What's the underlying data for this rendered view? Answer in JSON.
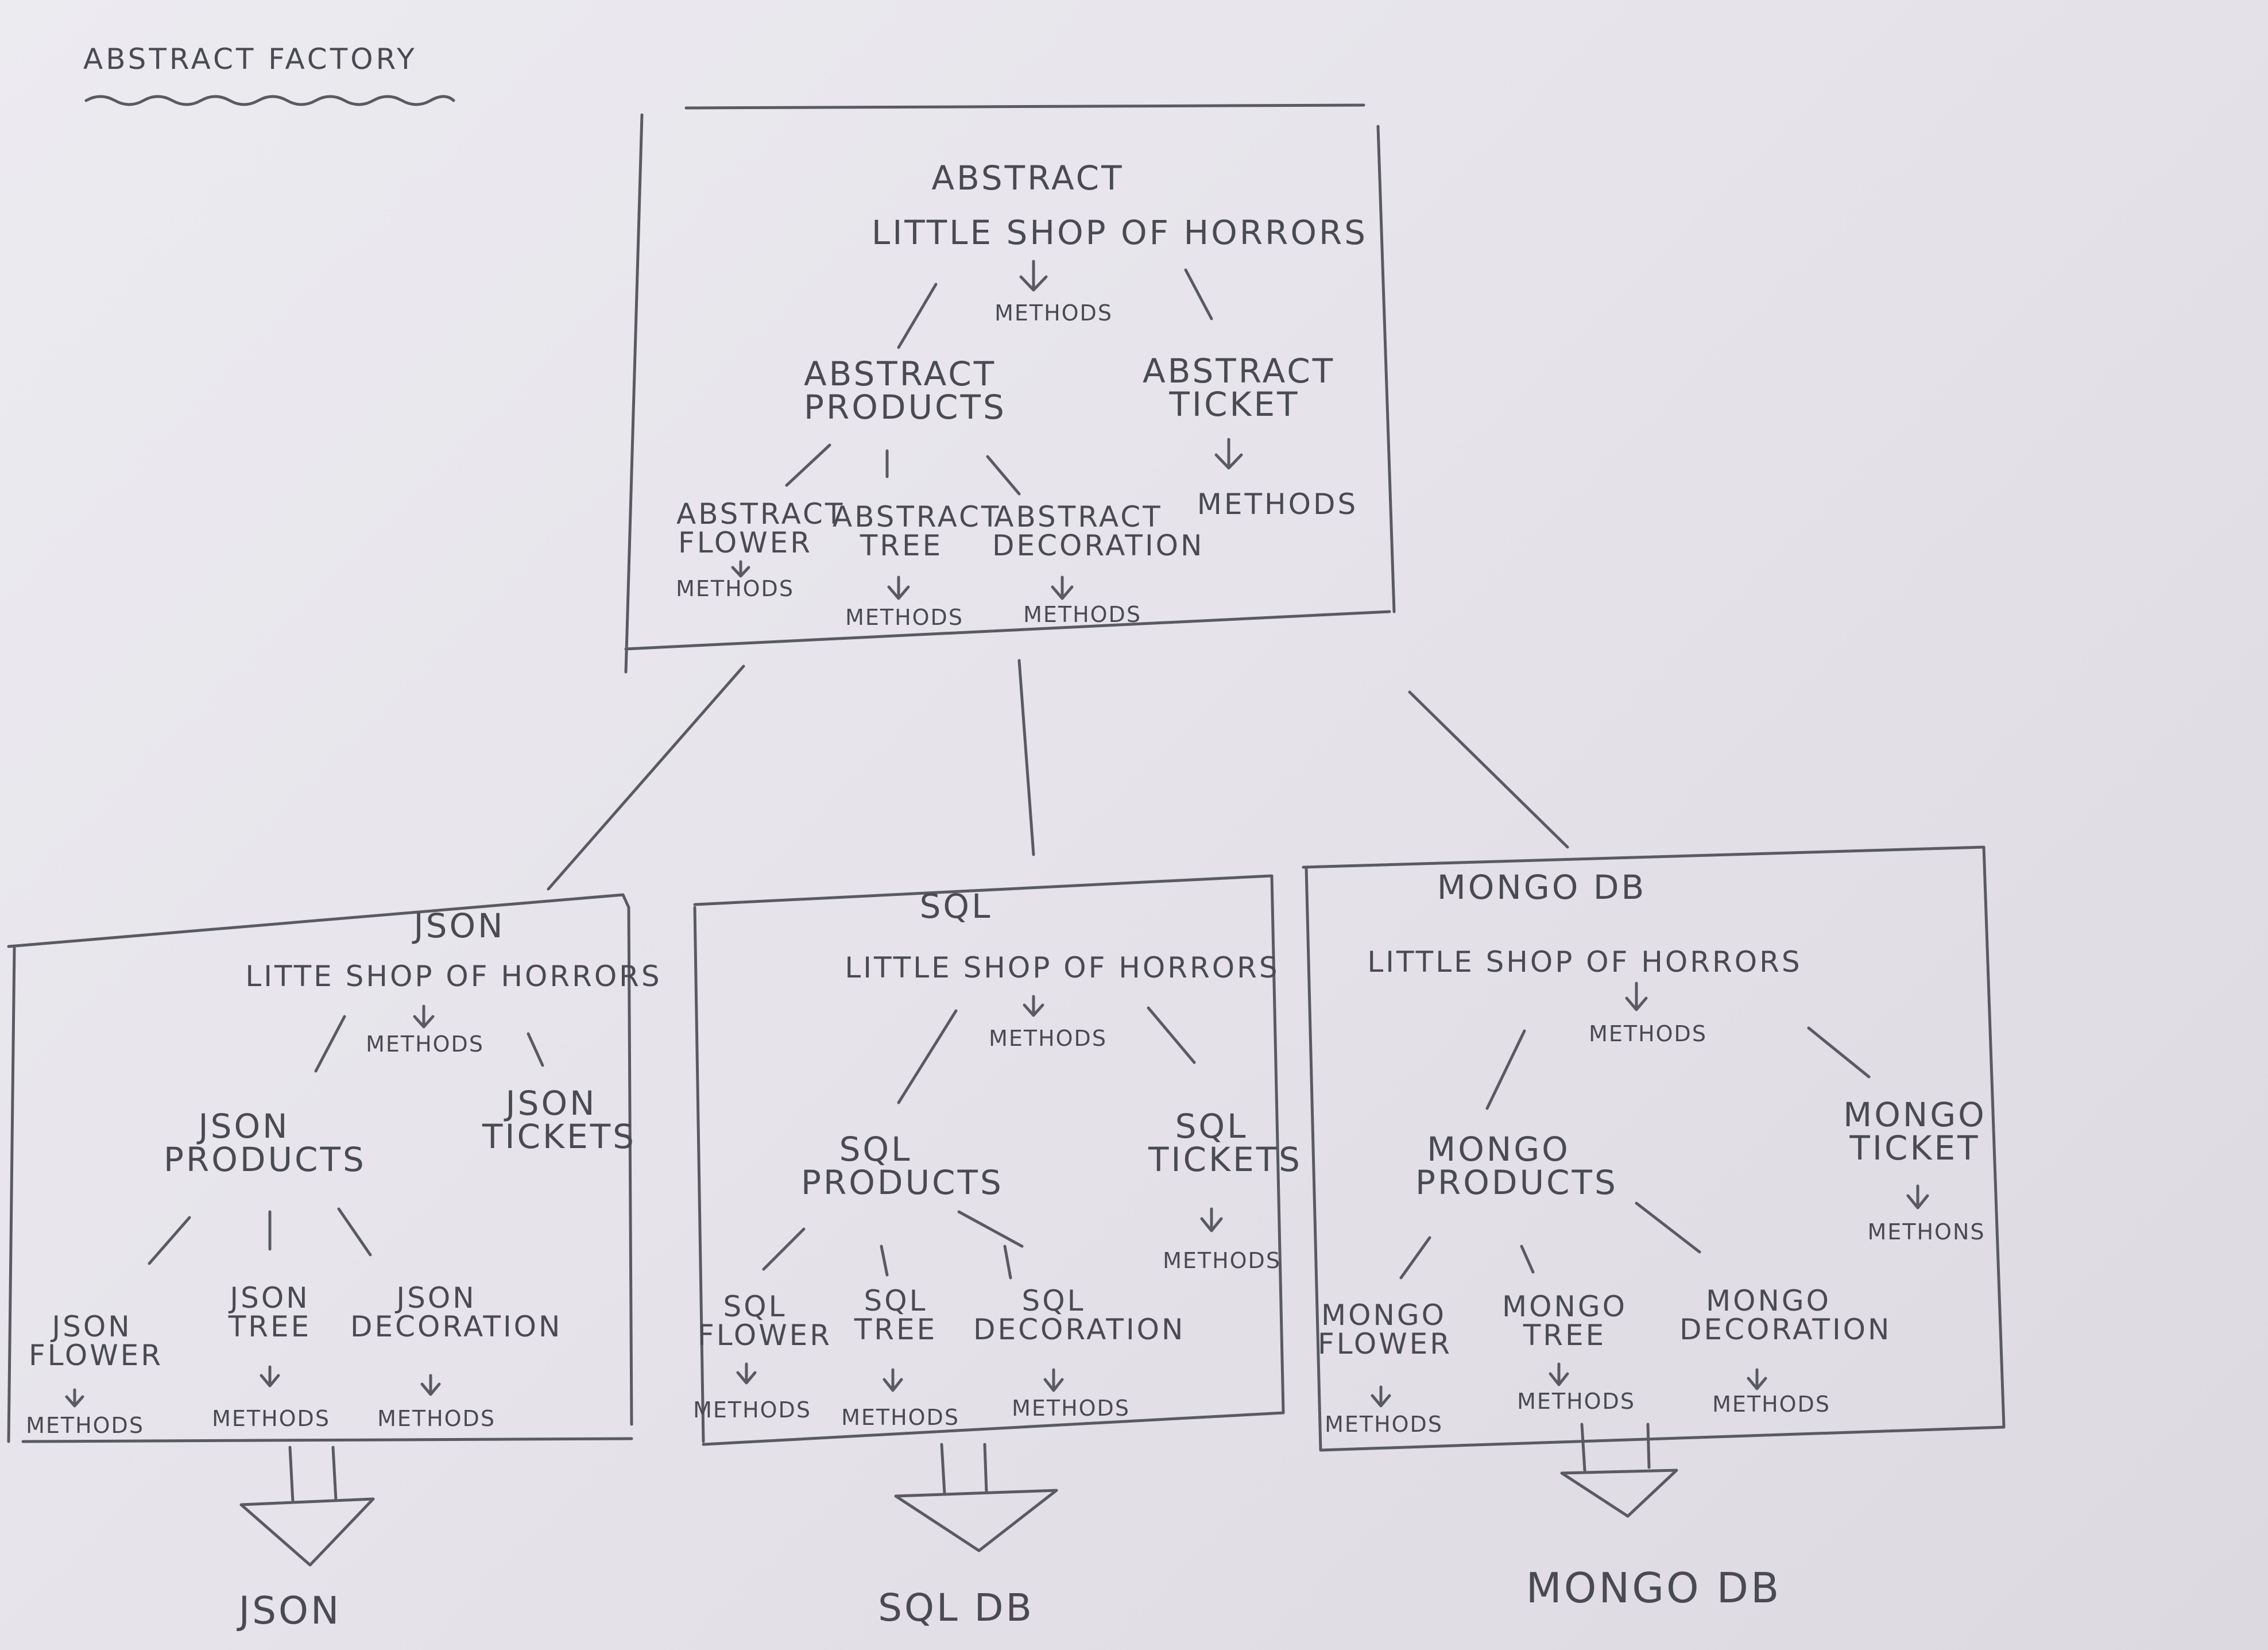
{
  "page_title": "ABSTRACT FACTORY",
  "abstract": {
    "heading": "ABSTRACT",
    "shop": "LITTLE SHOP OF HORRORS",
    "methods": "METHODS",
    "products": "ABSTRACT PRODUCTS",
    "ticket": "ABSTRACT TICKET",
    "ticket_methods": "METHODS",
    "flower": "ABSTRACT FLOWER",
    "flower_methods": "METHODS",
    "tree": "ABSTRACT TREE",
    "tree_methods": "METHODS",
    "decoration": "ABSTRACT DECORATION",
    "decoration_methods": "METHODS"
  },
  "json_box": {
    "heading": "JSON",
    "shop": "LITTE SHOP OF HORRORS",
    "methods": "METHODS",
    "products": "JSON PRODUCTS",
    "tickets": "JSON TICKETS",
    "flower": "JSON FLOWER",
    "flower_methods": "METHODS",
    "tree": "JSON TREE",
    "tree_methods": "METHODS",
    "decoration": "JSON DECORATION",
    "decoration_methods": "METHODS"
  },
  "sql_box": {
    "heading": "SQL",
    "shop": "LITTLE SHOP OF HORRORS",
    "methods": "METHODS",
    "products": "SQL PRODUCTS",
    "tickets": "SQL TICKETS",
    "ticket_methods": "METHODS",
    "flower": "SQL FLOWER",
    "flower_methods": "METHODS",
    "tree": "SQL TREE",
    "tree_methods": "METHODS",
    "decoration": "SQL DECORATION",
    "decoration_methods": "METHODS"
  },
  "mongo_box": {
    "heading": "MONGO DB",
    "shop": "LITTLE SHOP OF HORRORS",
    "methods": "METHODS",
    "products": "MONGO PRODUCTS",
    "ticket": "MONGO TICKET",
    "ticket_methods": "METHONS",
    "flower": "MONGO FLOWER",
    "flower_methods": "METHODS",
    "tree": "MONGO TREE",
    "tree_methods": "METHODS",
    "decoration": "MONGO DECORATION",
    "decoration_methods": "METHODS"
  },
  "databases": {
    "json": "JSON",
    "sql": "SQL DB",
    "mongo": "MONGO DB"
  }
}
